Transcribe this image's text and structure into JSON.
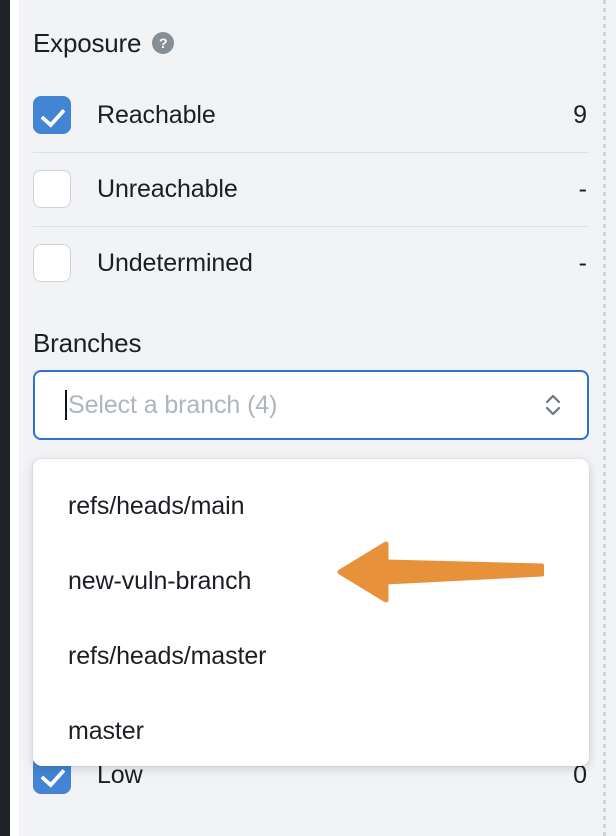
{
  "panel": {
    "exposure": {
      "title": "Exposure",
      "help_icon": "question-mark-icon",
      "help_tooltip_char": "?",
      "rows": [
        {
          "label": "Reachable",
          "count": "9",
          "checked": true
        },
        {
          "label": "Unreachable",
          "count": "-",
          "checked": false
        },
        {
          "label": "Undetermined",
          "count": "-",
          "checked": false
        }
      ]
    },
    "branches": {
      "title": "Branches",
      "select": {
        "value": "",
        "placeholder": "Select a branch (4)",
        "focused": true,
        "caret_visible": true,
        "stepper_icon": "chevron-up-down-icon"
      },
      "menu_open": true,
      "menu_options": [
        "refs/heads/main",
        "new-vuln-branch",
        "refs/heads/master",
        "master"
      ]
    },
    "severity_partial": {
      "label": "Low",
      "count": "0",
      "checked": true
    }
  },
  "annotation": {
    "type": "arrow",
    "direction": "left",
    "points_at": "new-vuln-branch",
    "color": "#E8913B"
  },
  "colors": {
    "background": "#F1F3F5",
    "surface": "#FFFFFF",
    "accent_blue": "#4285D4",
    "focus_blue": "#3070D2",
    "text": "#1B1F24",
    "muted_text": "#ADB5BD",
    "divider": "#DEE2E6",
    "help_gray": "#868E96",
    "rail_dark": "#1F2328",
    "annotation_orange": "#E8913B"
  }
}
